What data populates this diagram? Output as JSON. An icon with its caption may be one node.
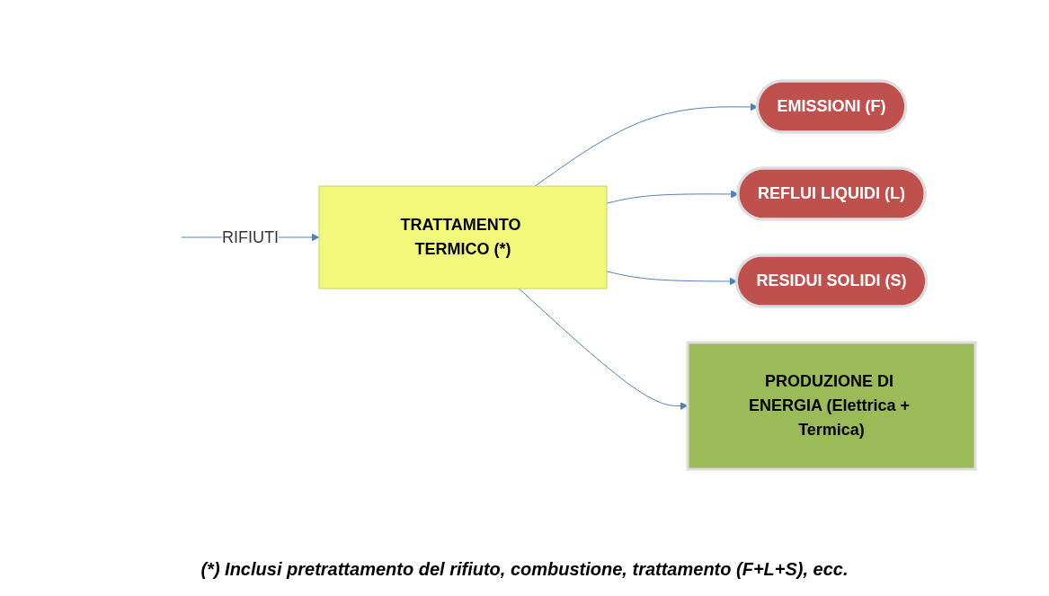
{
  "diagram": {
    "caption": "(*) Inclusi pretrattamento del rifiuto, combustione, trattamento (F+L+S), ecc.",
    "nodes": [
      {
        "text": [
          "TRATTAMENTO TERMICO (*)"
        ]
      },
      {
        "text": [
          "EMISSIONI (F)"
        ]
      },
      {
        "text": [
          "REFLUI LIQUIDI (L)"
        ]
      },
      {
        "text": [
          "RESIDUI SOLIDI (S)"
        ]
      },
      {
        "text": [
          "PRODUZIONE DI ENERGIA (Elettrica + Termica)"
        ]
      }
    ],
    "edges": [
      {
        "from": null,
        "to": 0,
        "arrow": "to",
        "label": "RIFIUTI"
      },
      {
        "from": 0,
        "to": 1,
        "arrow": "to"
      },
      {
        "from": 0,
        "to": 2,
        "arrow": "to"
      },
      {
        "from": 0,
        "to": 3,
        "arrow": "to"
      },
      {
        "from": 0,
        "to": 4,
        "arrow": "to"
      }
    ]
  }
}
